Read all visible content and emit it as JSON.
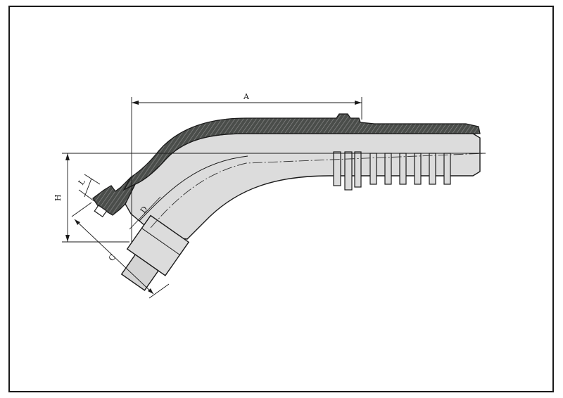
{
  "drawing": {
    "dimension_labels": {
      "A": "A",
      "H": "H",
      "L": "L",
      "C": "C",
      "D": "D"
    },
    "colors": {
      "background": "#ffffff",
      "frame": "#1a1a1a",
      "line": "#1a1a1a",
      "steel": "#dcdcdc",
      "steel_dark": "#c4c4c4",
      "section_fill": "#4a4d4a",
      "hatch": "#8c8c8c",
      "centerline": "#333333"
    }
  }
}
